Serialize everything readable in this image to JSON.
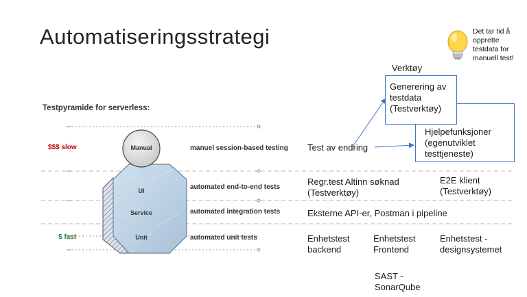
{
  "title": "Automatiseringsstrategi",
  "subtitle": "Testpyramide for serverless:",
  "note": {
    "icon": "lightbulb-icon",
    "text": "Det tar tid å opprette testdata for manuell test!"
  },
  "tools": {
    "heading": "Verktøy",
    "data_generation": "Generering av testdata (Testverktøy)",
    "helpers": "Hjelpefunksjoner (egenutviklet testtjeneste)"
  },
  "cost_labels": {
    "slow": "$$$ slow",
    "fast": "$ fast",
    "slow_color": "#c00000",
    "fast_color": "#2e7d32"
  },
  "pyramid": {
    "levels": [
      "Manual",
      "UI",
      "Service",
      "Unit"
    ]
  },
  "testing_types": [
    "manuel session-based testing",
    "automated end-to-end tests",
    "automated integration tests",
    "automated unit tests"
  ],
  "practices": {
    "manual": "Test av endring",
    "ui": [
      "Regr.test Altinn søknad (Testverktøy)",
      "E2E klient (Testverktøy)"
    ],
    "service": "Eksterne API-er, Postman i pipeline",
    "unit": [
      "Enhetstest backend",
      "Enhetstest Frontend",
      "Enhetstest - designsystemet"
    ],
    "extra": "SAST - SonarQube"
  }
}
